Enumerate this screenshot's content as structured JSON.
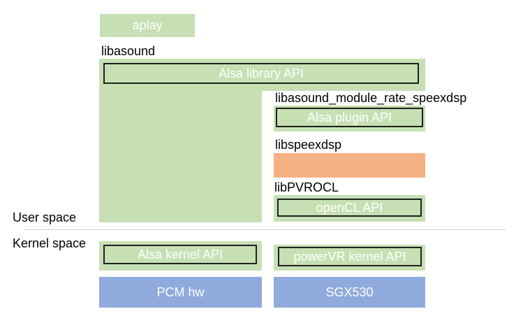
{
  "diagram": {
    "aplay": "aplay",
    "libasound": "libasound",
    "alsa_library_api": "Alsa library API",
    "libasound_module": "libasound_module_rate_speexdsp",
    "alsa_plugin_api": "Alsa plugin API",
    "libspeexdsp": "libspeexdsp",
    "libpvrocl": "libPVROCL",
    "opencl_api": "openCL API",
    "user_space": "User space",
    "kernel_space": "Kernel space",
    "alsa_kernel_api": "Alsa kernel API",
    "powervr_kernel_api": "powerVR kernel API",
    "pcm_hw": "PCM hw",
    "sgx530": "SGX530"
  },
  "colors": {
    "green": "#c6e0b4",
    "orange": "#f4b183",
    "blue": "#8faadc",
    "frame": "#1f1f1f"
  }
}
